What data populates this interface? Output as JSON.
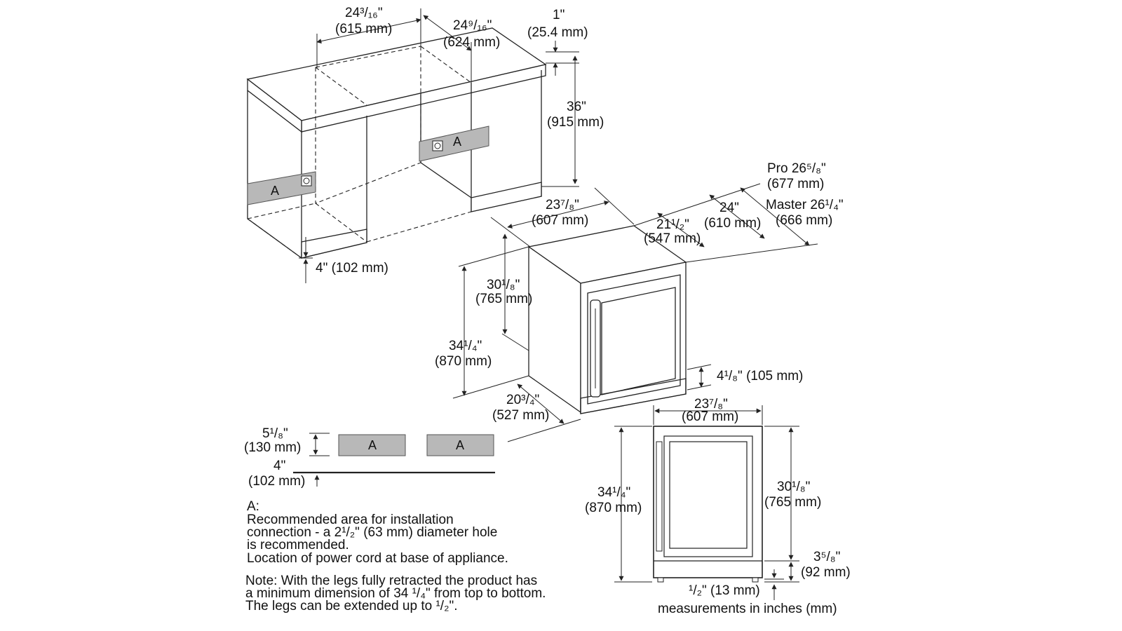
{
  "cabinet": {
    "width_in": "24³/₁₆\"",
    "width_mm": "(615 mm)",
    "depth_in": "24⁹/₁₆\"",
    "depth_mm": "(624 mm)",
    "top_in": "1\"",
    "top_mm": "(25.4 mm)",
    "height_in": "36\"",
    "height_mm": "(915 mm)",
    "toe_kick": "4\" (102 mm)",
    "zone_label": "A"
  },
  "appliance": {
    "pro_in": "Pro 26⁵/₈\"",
    "pro_mm": "(677 mm)",
    "master_in": "Master 26¹/₄\"",
    "master_mm": "(666 mm)",
    "depth24_in": "24\"",
    "depth24_mm": "(610 mm)",
    "width_in": "23⁷/₈\"",
    "width_mm": "(607 mm)",
    "depth21_in": "21¹/₂\"",
    "depth21_mm": "(547 mm)",
    "body_h_in": "30¹/₈\"",
    "body_h_mm": "(765 mm)",
    "total_h_in": "34¹/₄\"",
    "total_h_mm": "(870 mm)",
    "side_depth_in": "20³/₄\"",
    "side_depth_mm": "(527 mm)",
    "base_h": "4¹/₈\" (105 mm)"
  },
  "area_detail": {
    "height_in": "5¹/₈\"",
    "height_mm": "(130 mm)",
    "floor_in": "4\"",
    "floor_mm": "(102 mm)",
    "label_left": "A",
    "label_right": "A"
  },
  "front_view": {
    "width_in": "23⁷/₈\"",
    "width_mm": "(607 mm)",
    "total_h_in": "34¹/₄\"",
    "total_h_mm": "(870 mm)",
    "body_h_in": "30¹/₈\"",
    "body_h_mm": "(765 mm)",
    "kick_in": "3⁵/₈\"",
    "kick_mm": "(92 mm)",
    "leg": "¹/₂\"  (13 mm)"
  },
  "notes": {
    "a_heading": "A:",
    "a_line1": "Recommended area for installation",
    "a_line2": "connection - a 2¹/₂\" (63 mm) diameter hole",
    "a_line3": "is recommended.",
    "a_line4": "Location of power cord at base of appliance.",
    "note_line1": "Note: With the legs fully retracted the product has",
    "note_line2": "a minimum dimension of 34 ¹/₄\" from top to bottom.",
    "note_line3": "The legs can be extended up to ¹/₂\".",
    "units": "measurements in inches (mm)"
  }
}
